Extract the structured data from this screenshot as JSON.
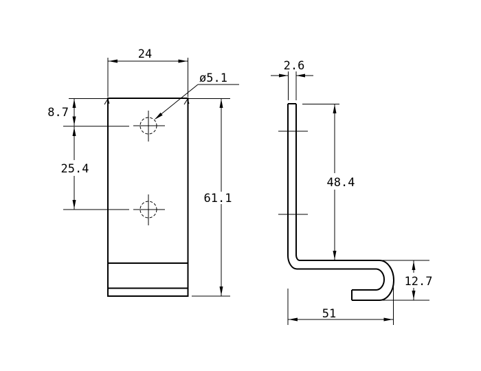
{
  "drawing": {
    "title": "l-bracket-two-views-dimensioned",
    "background_color": "#ffffff",
    "line_color": "#000000",
    "front_view": {
      "width": "24",
      "hole_diameter": "ø5.1",
      "top_to_hole": "8.7",
      "hole_spacing": "25.4",
      "total_height": "61.1"
    },
    "side_view": {
      "thickness": "2.6",
      "upper_height": "48.4",
      "hook_height": "12.7",
      "depth": "51"
    }
  }
}
